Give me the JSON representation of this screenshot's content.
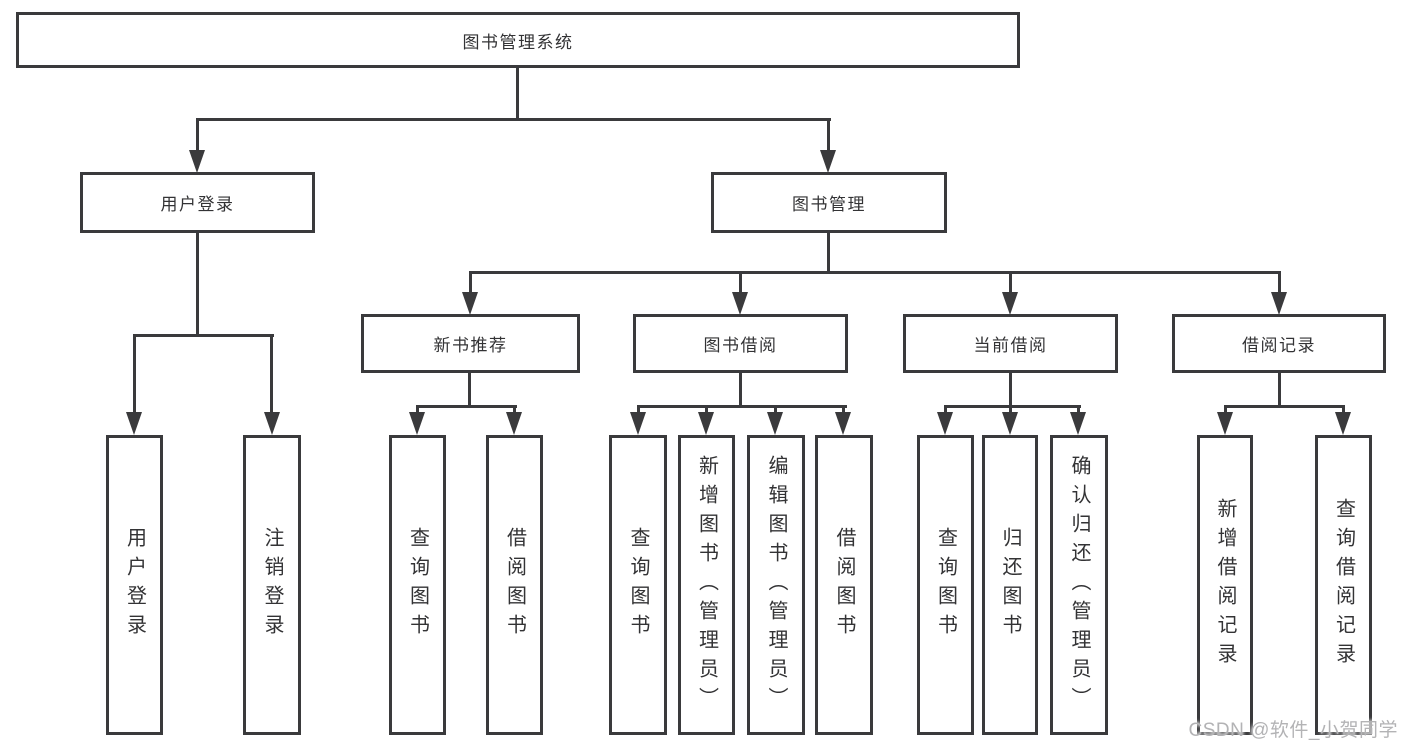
{
  "diagram": {
    "type": "tree",
    "root": {
      "label": "图书管理系统",
      "children": [
        {
          "label": "用户登录",
          "children": [
            {
              "label": "用户登录"
            },
            {
              "label": "注销登录"
            }
          ]
        },
        {
          "label": "图书管理",
          "children": [
            {
              "label": "新书推荐",
              "children": [
                {
                  "label": "查询图书"
                },
                {
                  "label": "借阅图书"
                }
              ]
            },
            {
              "label": "图书借阅",
              "children": [
                {
                  "label": "查询图书"
                },
                {
                  "label": "新增图书（管理员）"
                },
                {
                  "label": "编辑图书（管理员）"
                },
                {
                  "label": "借阅图书"
                }
              ]
            },
            {
              "label": "当前借阅",
              "children": [
                {
                  "label": "查询图书"
                },
                {
                  "label": "归还图书"
                },
                {
                  "label": "确认归还（管理员）"
                }
              ]
            },
            {
              "label": "借阅记录",
              "children": [
                {
                  "label": "新增借阅记录"
                },
                {
                  "label": "查询借阅记录"
                }
              ]
            }
          ]
        }
      ]
    }
  },
  "watermark": "CSDN @软件_小贺同学",
  "colors": {
    "line": "#3a3a3c",
    "box_border": "#3a3a3c",
    "box_fill": "#ffffff",
    "text": "#333335",
    "watermark": "#b3b3b5",
    "background": "#ffffff"
  }
}
